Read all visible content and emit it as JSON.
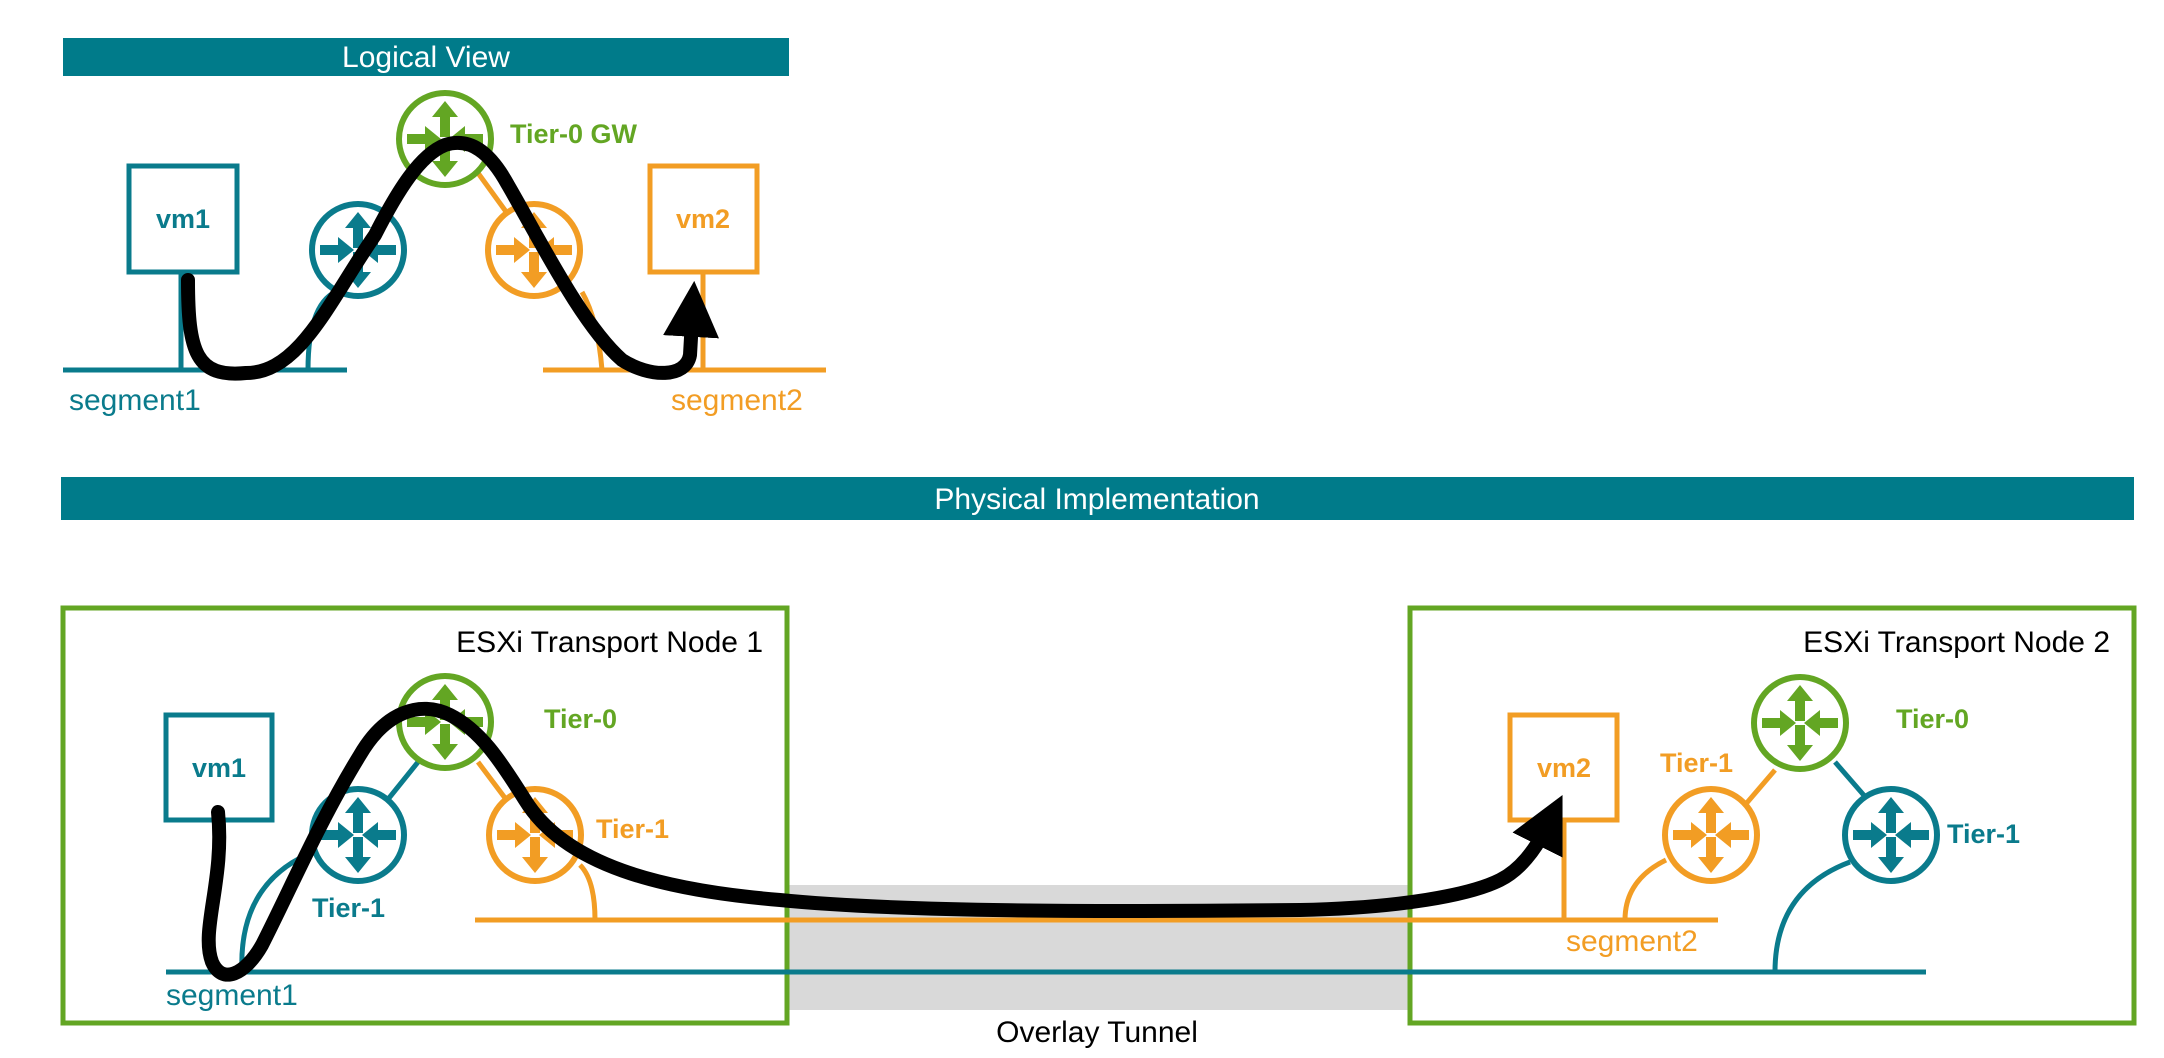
{
  "colors": {
    "teal": "#0a7b8c",
    "green": "#63a623",
    "orange": "#f29d24",
    "banner": "#007b8a",
    "tunnel": "#d9d9d9",
    "path": "#000000"
  },
  "logical_view": {
    "title": "Logical View",
    "vm1_label": "vm1",
    "vm2_label": "vm2",
    "tier0_label": "Tier-0 GW",
    "segment1_label": "segment1",
    "segment2_label": "segment2",
    "tier0_icon": "router-icon",
    "tier1_icon": "router-icon"
  },
  "physical_implementation": {
    "title": "Physical Implementation",
    "overlay_tunnel_label": "Overlay Tunnel",
    "node1": {
      "title": "ESXi Transport Node 1",
      "vm_label": "vm1",
      "tier0_label": "Tier-0",
      "tier1_teal_label": "Tier-1",
      "tier1_orange_label": "Tier-1",
      "segment_label": "segment1"
    },
    "node2": {
      "title": "ESXi Transport Node 2",
      "vm_label": "vm2",
      "tier0_label": "Tier-0",
      "tier1_orange_label": "Tier-1",
      "tier1_teal_label": "Tier-1",
      "segment_label": "segment2"
    }
  }
}
